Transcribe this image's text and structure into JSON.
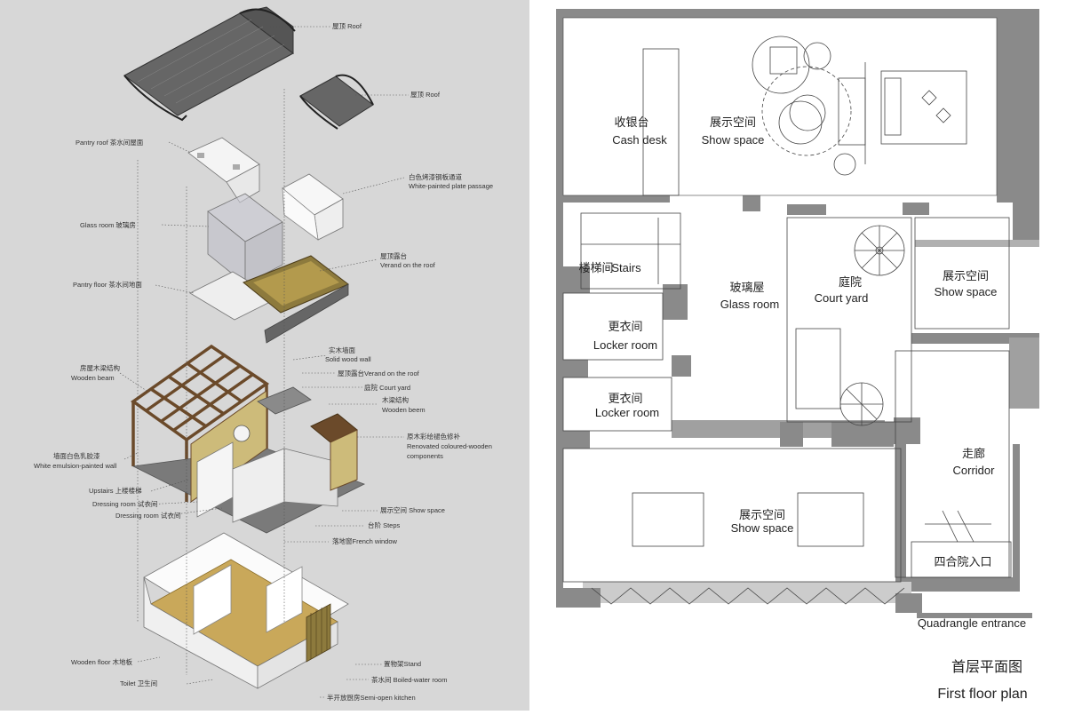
{
  "axonometric": {
    "labels": {
      "roof1": "屋顶 Roof",
      "roof2": "屋顶  Roof",
      "pantry_roof": "Pantry roof 茶水间屋面",
      "plate_passage_cn": "白色烤漆钢板通道",
      "plate_passage_en": "White-painted plate passage",
      "glass_room": "Glass room 玻璃房",
      "verand_roof_cn": "屋顶露台",
      "verand_roof_en": "Verand on the roof",
      "pantry_floor": "Pantry floor 茶水间地面",
      "wooden_beam_cn": "房屋木梁结构",
      "wooden_beam_en": "Wooden  beam",
      "solid_wall_cn": "实木墙面",
      "solid_wall_en": "Solid wood wall",
      "verand2": "屋顶露台Verand on the roof",
      "court_yard": "庭院  Court yard",
      "wooden_beem_cn": "木梁结构",
      "wooden_beem_en": "Wooden  beem",
      "renovated_cn": "原木彩绘褪色修补",
      "renovated_en1": "Renovated coloured-wooden",
      "renovated_en2": "components",
      "emulsion_cn": "墙面白色乳胶漆",
      "emulsion_en": "White  emulsion-painted wall",
      "upstairs": "Upstairs 上楼楼梯",
      "dressing1": "Dressing room  试衣间",
      "dressing2": "Dressing room 试衣间",
      "show_space": "展示空间  Show space",
      "steps": "台阶  Steps",
      "french_window": "落地窗French window",
      "wooden_floor": "Wooden floor 木地板",
      "stand": "置物架Stand",
      "boiled_water": "茶水间 Boiled-water room",
      "toilet": "Toilet 卫生间",
      "semi_kitchen": "半开放厨房Semi-open kitchen"
    }
  },
  "floor_plan": {
    "rooms": {
      "cash_desk_cn": "收银台",
      "cash_desk_en": "Cash  desk",
      "show_top_cn": "展示空间",
      "show_top_en": "Show space",
      "stairs_cn": "楼梯间",
      "stairs_en": "Stairs",
      "glass_cn": "玻璃屋",
      "glass_en": "Glass room",
      "court_cn": "庭院",
      "court_en": "Court yard",
      "show_right_cn": "展示空间",
      "show_right_en": "Show space",
      "locker1_cn": "更衣间",
      "locker1_en": "Locker room",
      "locker2_cn": "更衣间",
      "locker2_en": "Locker room",
      "corridor_cn": "走廊",
      "corridor_en": "Corridor",
      "show_main_cn": "展示空间",
      "show_main_en": "Show space",
      "entrance_cn": "四合院入口",
      "entrance_en": "Quadrangle entrance"
    },
    "title_cn": "首层平面图",
    "title_en": "First floor plan"
  },
  "colors": {
    "axo_background": "#d7d7d7",
    "roof_tiles": "#5a5a5a",
    "wood_beam": "#6b4a2a",
    "floor_wood": "#c9a85a",
    "wall_dark": "#7a7a7a",
    "plan_wall": "#8a8a8a",
    "plan_background": "#ffffff"
  }
}
